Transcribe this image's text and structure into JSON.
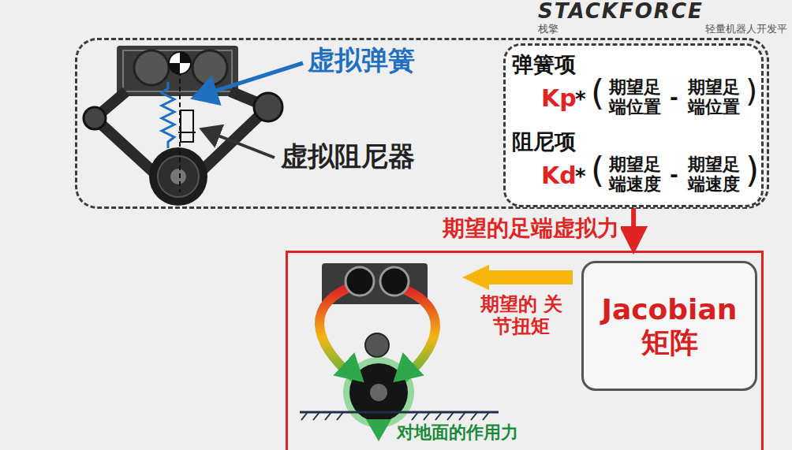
{
  "diagram": {
    "nodes": [
      {
        "text": [
          "虚拟弹簧",
          "虚拟阻尼器"
        ]
      },
      {
        "text": [
          "弹簧项",
          "Kp",
          "*",
          "(",
          "期望足 端位置",
          "-",
          "期望足 端位置",
          ")",
          "阻尼项",
          "Kd",
          "*",
          "(",
          "期望足 端速度",
          "-",
          "期望足 端速度",
          ")"
        ],
        "in": 0
      },
      {
        "text": [
          "期望的 关节扭矩",
          "对地面的作用力"
        ]
      },
      {
        "text": [
          "Jacobian 矩阵"
        ],
        "in": 2
      }
    ],
    "edges": [
      {
        "from": 1,
        "to": 2,
        "arrow": "to",
        "label": "期望的足端虚拟力"
      }
    ],
    "labels": [
      "STACKFORCE",
      "栈擎",
      "轻量机器人开发平"
    ]
  }
}
